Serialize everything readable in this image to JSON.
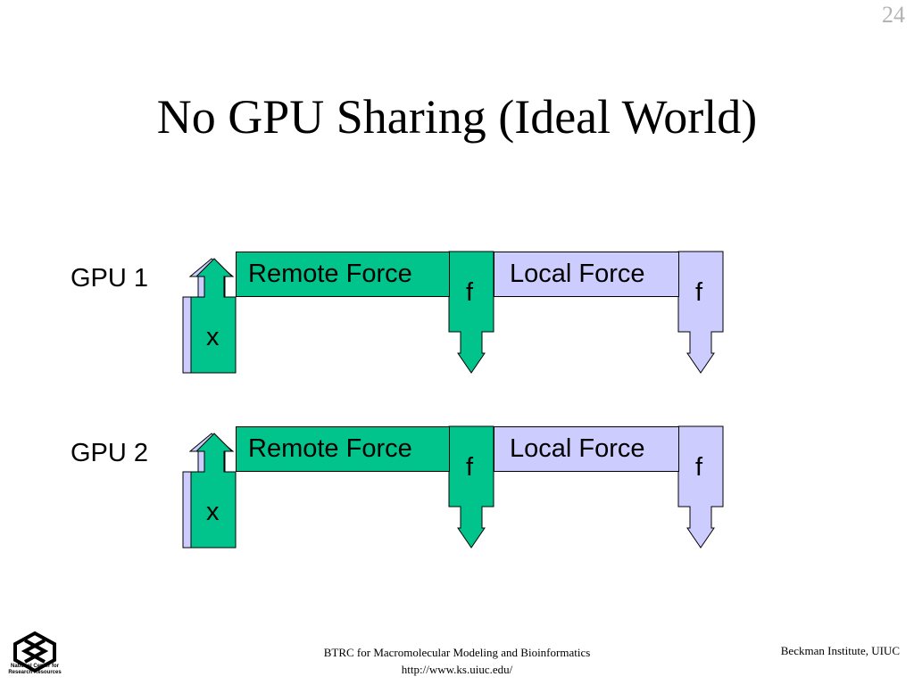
{
  "slide_number": "24",
  "title": "No GPU Sharing (Ideal World)",
  "rows": [
    {
      "gpu_label": "GPU 1",
      "remote_force": "Remote Force",
      "local_force": "Local Force",
      "f_remote": "f",
      "f_local": "f",
      "x": "x"
    },
    {
      "gpu_label": "GPU 2",
      "remote_force": "Remote Force",
      "local_force": "Local Force",
      "f_remote": "f",
      "f_local": "f",
      "x": "x"
    }
  ],
  "colors": {
    "green": "#00c48c",
    "lavender": "#ccccff"
  },
  "footer": {
    "center_line1": "BTRC for Macromolecular Modeling and Bioinformatics",
    "center_line2": "http://www.ks.uiuc.edu/",
    "right": "Beckman Institute, UIUC"
  },
  "logo": {
    "line1": "National Center for",
    "line2": "Research Resources"
  }
}
